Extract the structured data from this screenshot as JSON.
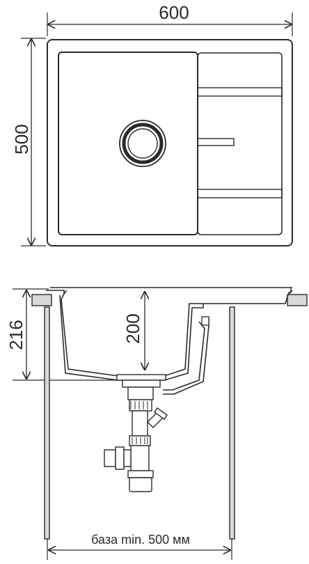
{
  "top_view": {
    "width_label": "600",
    "depth_label": "500"
  },
  "side_view": {
    "total_depth_label": "216",
    "bowl_depth_label": "200",
    "cabinet_label": "база min. 500 мм"
  },
  "colors": {
    "line": "#2a2a2a",
    "fill": "#ffffff",
    "shade": "#d9d9d9"
  }
}
